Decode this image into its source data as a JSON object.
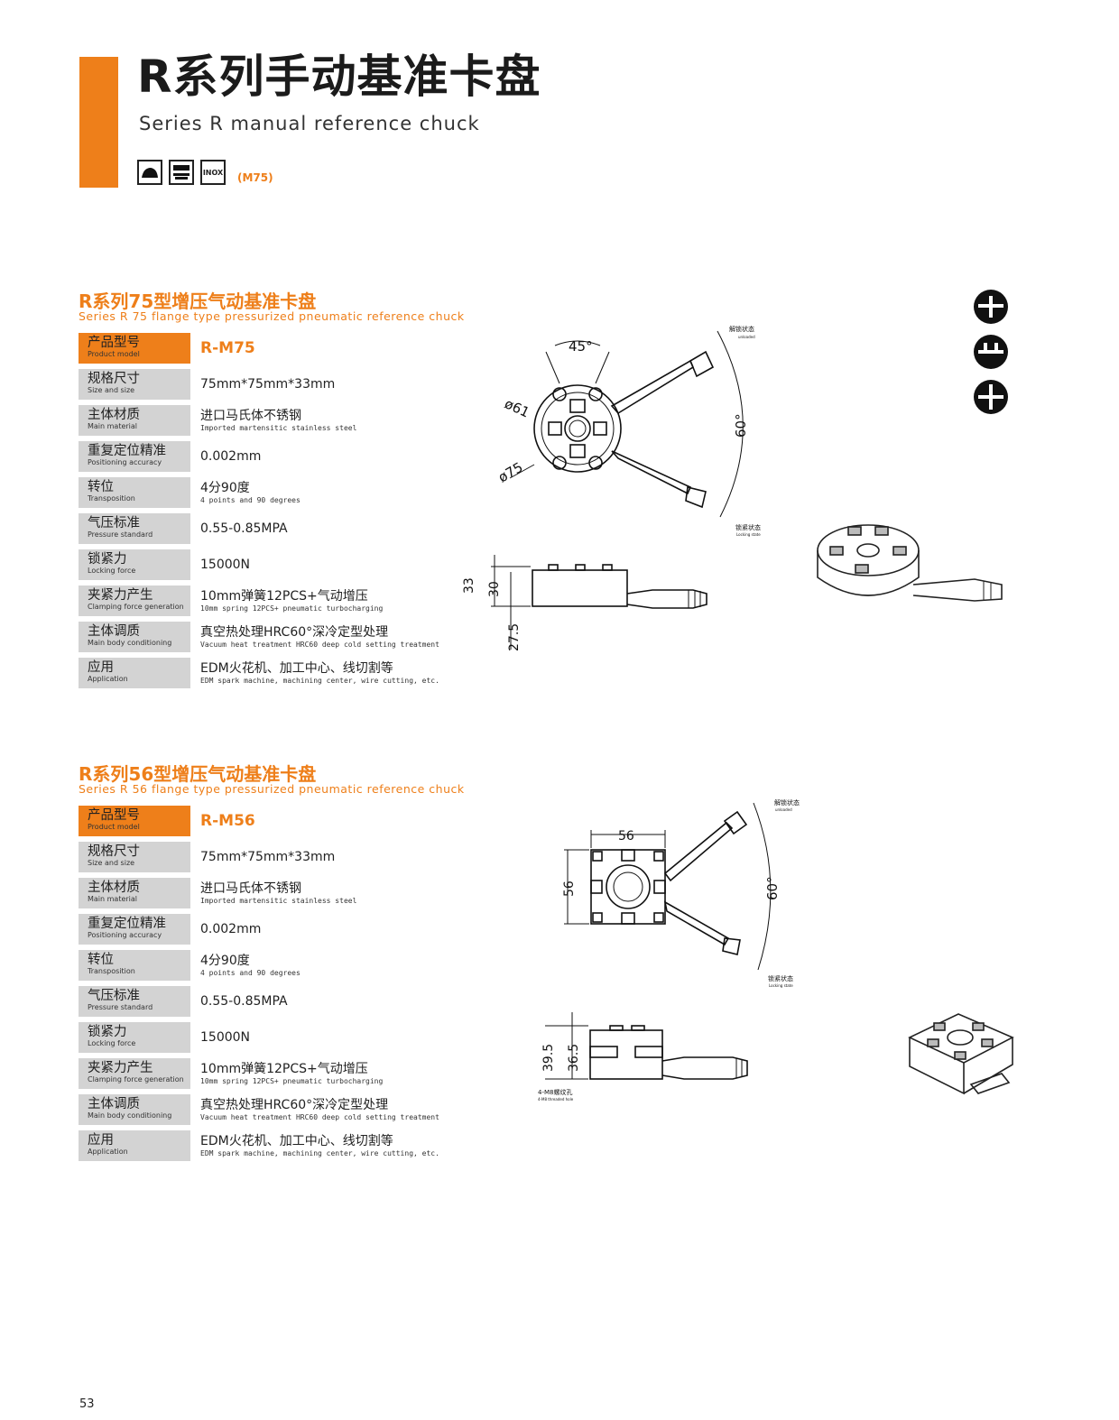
{
  "page": {
    "title": "R系列手动基准卡盘",
    "subtitle": "Series R manual reference chuck",
    "badge_note": "(M75)",
    "badge_inox": "INOX",
    "page_number": "53",
    "accent_color": "#ee7f1a"
  },
  "icons": [
    "edm-icon",
    "machine-icon",
    "inox-icon",
    "chuck-profile-icon"
  ],
  "sections": [
    {
      "title": "R系列75型增压气动基准卡盘",
      "subtitle": "Series R 75 flange type pressurized pneumatic reference chuck",
      "rows": [
        {
          "label_cn": "产品型号",
          "label_en": "Product model",
          "value": "R-M75",
          "value_en": ""
        },
        {
          "label_cn": "规格尺寸",
          "label_en": "Size and size",
          "value": "75mm*75mm*33mm",
          "value_en": ""
        },
        {
          "label_cn": "主体材质",
          "label_en": "Main material",
          "value": "进口马氏体不锈钢",
          "value_en": "Imported martensitic stainless steel"
        },
        {
          "label_cn": "重复定位精准",
          "label_en": "Positioning accuracy",
          "value": "0.002mm",
          "value_en": ""
        },
        {
          "label_cn": "转位",
          "label_en": "Transposition",
          "value": "4分90度",
          "value_en": "4 points and 90 degrees"
        },
        {
          "label_cn": "气压标准",
          "label_en": "Pressure standard",
          "value": "0.55-0.85MPA",
          "value_en": ""
        },
        {
          "label_cn": "锁紧力",
          "label_en": "Locking force",
          "value": "15000N",
          "value_en": ""
        },
        {
          "label_cn": "夹紧力产生",
          "label_en": "Clamping force generation",
          "value": "10mm弹簧12PCS+气动增压",
          "value_en": "10mm spring 12PCS+ pneumatic turbocharging"
        },
        {
          "label_cn": "主体调质",
          "label_en": "Main body conditioning",
          "value": "真空热处理HRC60°深冷定型处理",
          "value_en": "Vacuum heat treatment HRC60 deep cold setting treatment"
        },
        {
          "label_cn": "应用",
          "label_en": "Application",
          "value": "EDM火花机、加工中心、线切割等",
          "value_en": "EDM spark machine, machining center, wire cutting, etc."
        }
      ],
      "drawing": {
        "angle_top": "45°",
        "dia_inner": "ø61",
        "dia_outer": "ø75",
        "swing": "60°",
        "state_unlock": "解锁状态",
        "state_unlock_en": "unloaded",
        "state_lock": "锁紧状态",
        "state_lock_en": "Locking state",
        "h_total": "33",
        "h_body": "30",
        "h_base": "27.5"
      }
    },
    {
      "title": "R系列56型增压气动基准卡盘",
      "subtitle": "Series R 56 flange type pressurized pneumatic reference chuck",
      "rows": [
        {
          "label_cn": "产品型号",
          "label_en": "Product model",
          "value": "R-M56",
          "value_en": ""
        },
        {
          "label_cn": "规格尺寸",
          "label_en": "Size and size",
          "value": "75mm*75mm*33mm",
          "value_en": ""
        },
        {
          "label_cn": "主体材质",
          "label_en": "Main material",
          "value": "进口马氏体不锈钢",
          "value_en": "Imported martensitic stainless steel"
        },
        {
          "label_cn": "重复定位精准",
          "label_en": "Positioning accuracy",
          "value": "0.002mm",
          "value_en": ""
        },
        {
          "label_cn": "转位",
          "label_en": "Transposition",
          "value": "4分90度",
          "value_en": "4 points and 90 degrees"
        },
        {
          "label_cn": "气压标准",
          "label_en": "Pressure standard",
          "value": "0.55-0.85MPA",
          "value_en": ""
        },
        {
          "label_cn": "锁紧力",
          "label_en": "Locking force",
          "value": "15000N",
          "value_en": ""
        },
        {
          "label_cn": "夹紧力产生",
          "label_en": "Clamping force generation",
          "value": "10mm弹簧12PCS+气动增压",
          "value_en": "10mm spring 12PCS+ pneumatic turbocharging"
        },
        {
          "label_cn": "主体调质",
          "label_en": "Main body conditioning",
          "value": "真空热处理HRC60°深冷定型处理",
          "value_en": "Vacuum heat treatment HRC60 deep cold setting treatment"
        },
        {
          "label_cn": "应用",
          "label_en": "Application",
          "value": "EDM火花机、加工中心、线切割等",
          "value_en": "EDM spark machine, machining center, wire cutting, etc."
        }
      ],
      "drawing": {
        "width": "56",
        "height": "56",
        "swing": "60°",
        "state_unlock": "解锁状态",
        "state_unlock_en": "unloaded",
        "state_lock": "锁紧状态",
        "state_lock_en": "Locking state",
        "h_total": "39.5",
        "h_body": "36.5",
        "thread": "4-M8螺纹孔",
        "thread_en": "4-M8 threaded hole"
      }
    }
  ]
}
